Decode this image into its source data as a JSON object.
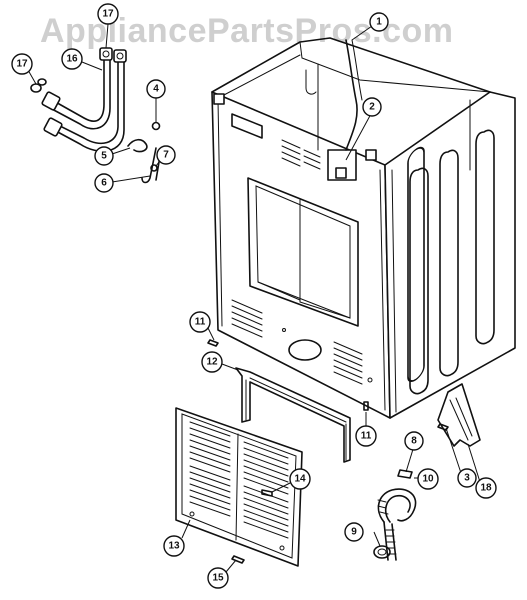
{
  "watermark": "AppliancePartsPros.com",
  "parts": [
    {
      "id": "part-1",
      "label": "1"
    },
    {
      "id": "part-2",
      "label": "2"
    },
    {
      "id": "part-3",
      "label": "3"
    },
    {
      "id": "part-4",
      "label": "4"
    },
    {
      "id": "part-5",
      "label": "5"
    },
    {
      "id": "part-6",
      "label": "6"
    },
    {
      "id": "part-7",
      "label": "7"
    },
    {
      "id": "part-8",
      "label": "8"
    },
    {
      "id": "part-9",
      "label": "9"
    },
    {
      "id": "part-10",
      "label": "10"
    },
    {
      "id": "part-11a",
      "label": "11"
    },
    {
      "id": "part-11b",
      "label": "11"
    },
    {
      "id": "part-12",
      "label": "12"
    },
    {
      "id": "part-13",
      "label": "13"
    },
    {
      "id": "part-14",
      "label": "14"
    },
    {
      "id": "part-15",
      "label": "15"
    },
    {
      "id": "part-16",
      "label": "16"
    },
    {
      "id": "part-17a",
      "label": "17"
    },
    {
      "id": "part-17b",
      "label": "17"
    },
    {
      "id": "part-18",
      "label": "18"
    }
  ]
}
